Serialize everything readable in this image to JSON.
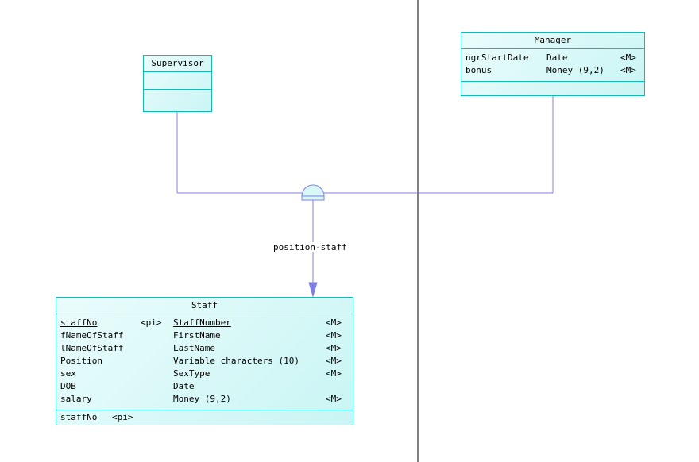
{
  "diagram": {
    "entities": {
      "supervisor": {
        "title": "Supervisor"
      },
      "manager": {
        "title": "Manager",
        "attributes": [
          {
            "name": "ngrStartDate",
            "type": "Date",
            "marker": "<M>"
          },
          {
            "name": "bonus",
            "type": "Money (9,2)",
            "marker": "<M>"
          }
        ]
      },
      "staff": {
        "title": "Staff",
        "attributes": [
          {
            "name": "staffNo",
            "key": "<pi>",
            "type": "StaffNumber",
            "marker": "<M>"
          },
          {
            "name": "fNameOfStaff",
            "key": "",
            "type": "FirstName",
            "marker": "<M>"
          },
          {
            "name": "lNameOfStaff",
            "key": "",
            "type": "LastName",
            "marker": "<M>"
          },
          {
            "name": "Position",
            "key": "",
            "type": "Variable characters (10)",
            "marker": "<M>"
          },
          {
            "name": "sex",
            "key": "",
            "type": "SexType",
            "marker": "<M>"
          },
          {
            "name": "DOB",
            "key": "",
            "type": "Date",
            "marker": ""
          },
          {
            "name": "salary",
            "key": "",
            "type": "Money (9,2)",
            "marker": "<M>"
          }
        ],
        "identifier": {
          "name": "staffNo",
          "key": "<pi>"
        }
      }
    },
    "inheritance": {
      "label": "position-staff"
    },
    "colors": {
      "entity_border": "#18b8b4",
      "entity_fill": "#d8f8f8",
      "connector": "#8080e0",
      "divider": "#000000"
    }
  }
}
